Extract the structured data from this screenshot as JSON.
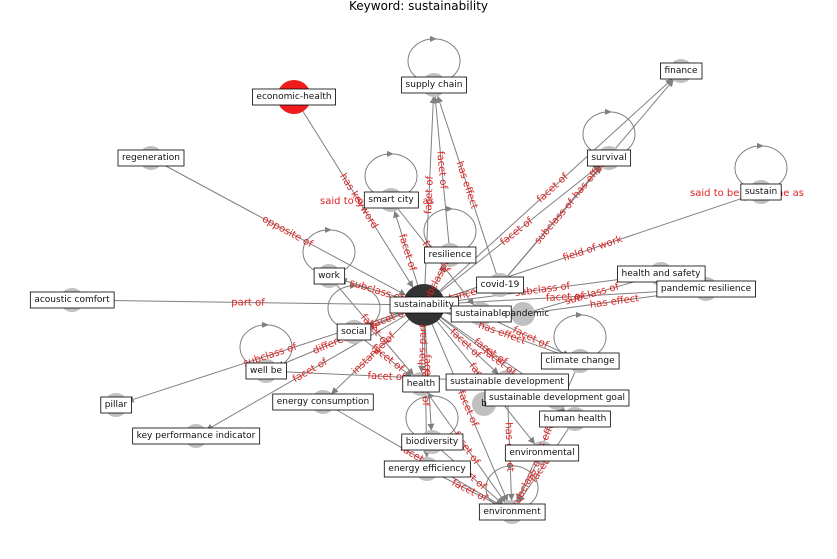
{
  "title": "Keyword: sustainability",
  "colors": {
    "edge": "#808080",
    "node": "#c0c0c0",
    "center_node": "#333333",
    "highlight_node": "#ee1c1c",
    "edge_label": "#dd2222",
    "label_box_border": "#000000"
  },
  "nodes": [
    {
      "id": "sustainability",
      "label": "sustainability",
      "role": "center"
    },
    {
      "id": "economic-health",
      "label": "economic-health",
      "role": "highlight"
    },
    {
      "id": "supply-chain",
      "label": "supply chain"
    },
    {
      "id": "finance",
      "label": "finance"
    },
    {
      "id": "regeneration",
      "label": "regeneration"
    },
    {
      "id": "survival",
      "label": "survival"
    },
    {
      "id": "sustain",
      "label": "sustain"
    },
    {
      "id": "smart-city",
      "label": "smart city"
    },
    {
      "id": "resilience",
      "label": "resilience"
    },
    {
      "id": "work",
      "label": "work"
    },
    {
      "id": "covid-19",
      "label": "covid-19"
    },
    {
      "id": "health-and-safety",
      "label": "health and safety"
    },
    {
      "id": "pandemic-resilience",
      "label": "pandemic resilience"
    },
    {
      "id": "acoustic-comfort",
      "label": "acoustic comfort"
    },
    {
      "id": "sustainable",
      "label": "sustainable"
    },
    {
      "id": "pandemic",
      "label": "pandemic"
    },
    {
      "id": "social",
      "label": "social"
    },
    {
      "id": "climate-change",
      "label": "climate change"
    },
    {
      "id": "well-be",
      "label": "well be"
    },
    {
      "id": "health",
      "label": "health"
    },
    {
      "id": "sustainable-development",
      "label": "sustainable development"
    },
    {
      "id": "energy-consumption",
      "label": "energy consumption"
    },
    {
      "id": "sustainable-development-goal",
      "label": "sustainable development goal"
    },
    {
      "id": "b-node",
      "label": "b"
    },
    {
      "id": "pillar",
      "label": "pillar"
    },
    {
      "id": "human-health",
      "label": "human health"
    },
    {
      "id": "key-performance-indicator",
      "label": "key performance indicator"
    },
    {
      "id": "biodiversity",
      "label": "biodiversity"
    },
    {
      "id": "environmental",
      "label": "environmental"
    },
    {
      "id": "energy-efficiency",
      "label": "energy efficiency"
    },
    {
      "id": "environment",
      "label": "environment"
    }
  ],
  "edges": [
    {
      "from": "economic-health",
      "to": "sustainability",
      "label": "has keyword"
    },
    {
      "from": "regeneration",
      "to": "sustainability",
      "label": "opposite of"
    },
    {
      "from": "acoustic-comfort",
      "to": "sustainability",
      "label": "part of"
    },
    {
      "from": "sustainability",
      "to": "supply-chain",
      "label": "facet of"
    },
    {
      "from": "sustainability",
      "to": "finance",
      "label": "facet of"
    },
    {
      "from": "sustainability",
      "to": "survival",
      "label": "facet of"
    },
    {
      "from": "sustainability",
      "to": "sustain",
      "label": "field of work"
    },
    {
      "from": "sustainability",
      "to": "smart-city",
      "label": "facet of"
    },
    {
      "from": "sustainability",
      "to": "resilience",
      "label": "subclass of"
    },
    {
      "from": "sustainability",
      "to": "work",
      "label": "subclass of"
    },
    {
      "from": "sustainability",
      "to": "covid-19",
      "label": "instance of"
    },
    {
      "from": "sustainability",
      "to": "health-and-safety",
      "label": "subclass of"
    },
    {
      "from": "sustainability",
      "to": "pandemic-resilience",
      "label": "facet of"
    },
    {
      "from": "sustainability",
      "to": "climate-change",
      "label": "has effect"
    },
    {
      "from": "sustainability",
      "to": "social",
      "label": "facet of"
    },
    {
      "from": "sustainability",
      "to": "well-be",
      "label": "different from"
    },
    {
      "from": "sustainability",
      "to": "health",
      "label": "has part"
    },
    {
      "from": "sustainability",
      "to": "sustainable-development",
      "label": "facet of"
    },
    {
      "from": "sustainability",
      "to": "energy-consumption",
      "label": "instance of"
    },
    {
      "from": "sustainability",
      "to": "sustainable-development-goal",
      "label": "facet of"
    },
    {
      "from": "sustainability",
      "to": "human-health",
      "label": "facet of"
    },
    {
      "from": "sustainability",
      "to": "biodiversity",
      "label": "facet of"
    },
    {
      "from": "sustainability",
      "to": "environmental",
      "label": "facet of"
    },
    {
      "from": "sustainability",
      "to": "energy-efficiency",
      "label": "facet of"
    },
    {
      "from": "sustainability",
      "to": "environment",
      "label": "facet of"
    },
    {
      "from": "sustainability",
      "to": "pillar",
      "label": "subclass of"
    },
    {
      "from": "sustainability",
      "to": "key-performance-indicator",
      "label": "facet of"
    },
    {
      "from": "covid-19",
      "to": "supply-chain",
      "label": "has effect"
    },
    {
      "from": "covid-19",
      "to": "finance",
      "label": "has effect"
    },
    {
      "from": "covid-19",
      "to": "survival",
      "label": "subclass of"
    },
    {
      "from": "pandemic",
      "to": "pandemic-resilience",
      "label": "has effect"
    },
    {
      "from": "pandemic",
      "to": "health-and-safety",
      "label": "subclass of"
    },
    {
      "from": "climate-change",
      "to": "environment",
      "label": "has effect"
    },
    {
      "from": "human-health",
      "to": "environment",
      "label": "facet of"
    },
    {
      "from": "biodiversity",
      "to": "environment",
      "label": "part of"
    },
    {
      "from": "energy-efficiency",
      "to": "environment",
      "label": "facet of"
    },
    {
      "from": "energy-consumption",
      "to": "environment",
      "label": "facet of"
    },
    {
      "from": "health",
      "to": "environment",
      "label": "facet of"
    },
    {
      "from": "sustainable-development",
      "to": "environment",
      "label": "has effect"
    },
    {
      "from": "environmental",
      "to": "environment",
      "label": "subclass of"
    },
    {
      "from": "resilience",
      "to": "supply-chain",
      "label": "facet of"
    },
    {
      "from": "sustainable",
      "to": "climate-change",
      "label": "facet of"
    },
    {
      "from": "social",
      "to": "health",
      "label": "facet of"
    },
    {
      "from": "work",
      "to": "health",
      "label": "facet of"
    },
    {
      "from": "smart-city",
      "to": "sustainable",
      "label": "facet of"
    },
    {
      "from": "well-be",
      "to": "sustainable-development",
      "label": "facet of"
    }
  ],
  "self_loops": [
    {
      "node": "supply-chain"
    },
    {
      "node": "survival"
    },
    {
      "node": "sustain",
      "label": "said to be the same as"
    },
    {
      "node": "smart-city",
      "label": "said to be the same as"
    },
    {
      "node": "resilience"
    },
    {
      "node": "work"
    },
    {
      "node": "social"
    },
    {
      "node": "well-be"
    },
    {
      "node": "climate-change"
    },
    {
      "node": "biodiversity"
    },
    {
      "node": "environment"
    }
  ]
}
